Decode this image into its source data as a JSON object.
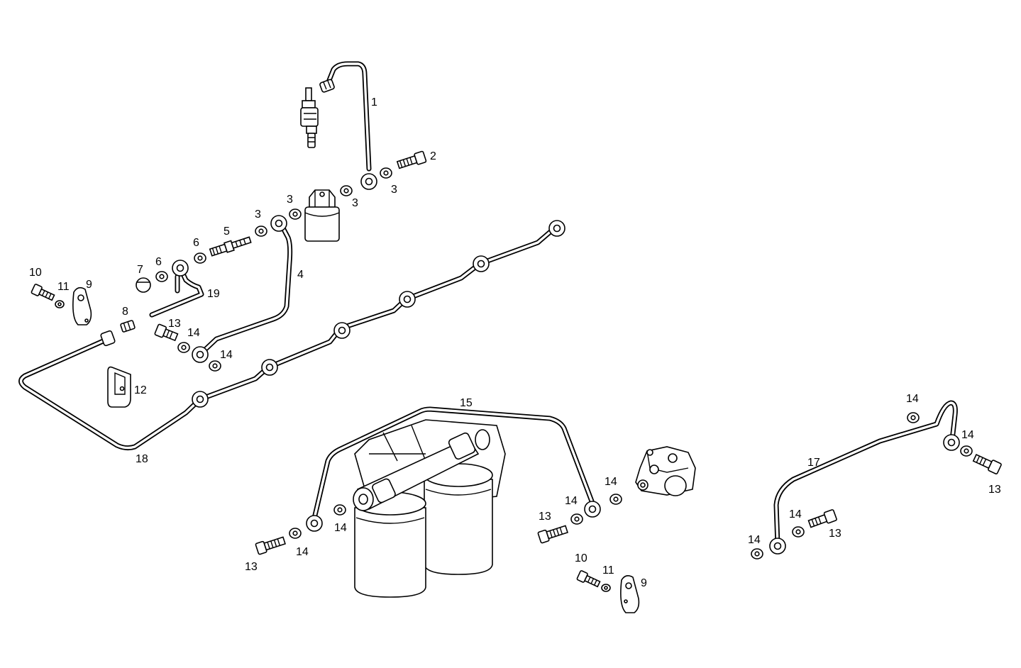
{
  "diagram": {
    "callouts": [
      {
        "id": "c1",
        "label": "1"
      },
      {
        "id": "c2",
        "label": "2"
      },
      {
        "id": "c3a",
        "label": "3"
      },
      {
        "id": "c3b",
        "label": "3"
      },
      {
        "id": "c3c",
        "label": "3"
      },
      {
        "id": "c3d",
        "label": "3"
      },
      {
        "id": "c4",
        "label": "4"
      },
      {
        "id": "c5",
        "label": "5"
      },
      {
        "id": "c6a",
        "label": "6"
      },
      {
        "id": "c6b",
        "label": "6"
      },
      {
        "id": "c7",
        "label": "7"
      },
      {
        "id": "c8",
        "label": "8"
      },
      {
        "id": "c9a",
        "label": "9"
      },
      {
        "id": "c10a",
        "label": "10"
      },
      {
        "id": "c11a",
        "label": "11"
      },
      {
        "id": "c12",
        "label": "12"
      },
      {
        "id": "c13a",
        "label": "13"
      },
      {
        "id": "c14a",
        "label": "14"
      },
      {
        "id": "c14b",
        "label": "14"
      },
      {
        "id": "c18",
        "label": "18"
      },
      {
        "id": "c19",
        "label": "19"
      },
      {
        "id": "c15",
        "label": "15"
      },
      {
        "id": "c14c",
        "label": "14"
      },
      {
        "id": "c13b",
        "label": "13"
      },
      {
        "id": "c14d",
        "label": "14"
      },
      {
        "id": "c13c",
        "label": "13"
      },
      {
        "id": "c14e",
        "label": "14"
      },
      {
        "id": "c14f",
        "label": "14"
      },
      {
        "id": "c10b",
        "label": "10"
      },
      {
        "id": "c11b",
        "label": "11"
      },
      {
        "id": "c9b",
        "label": "9"
      },
      {
        "id": "c17",
        "label": "17"
      },
      {
        "id": "c14g",
        "label": "14"
      },
      {
        "id": "c14h",
        "label": "14"
      },
      {
        "id": "c13d",
        "label": "13"
      },
      {
        "id": "c14i",
        "label": "14"
      },
      {
        "id": "c13e",
        "label": "13"
      },
      {
        "id": "c14j",
        "label": "14"
      }
    ]
  }
}
